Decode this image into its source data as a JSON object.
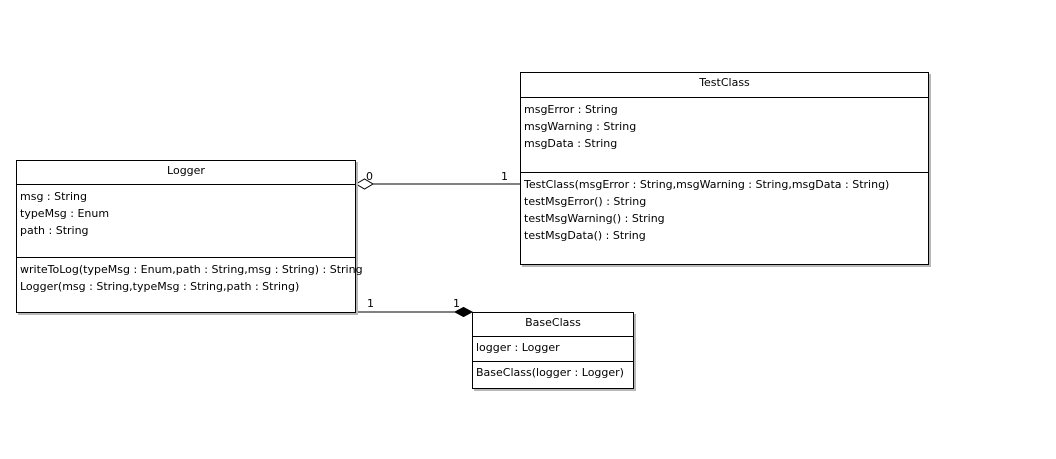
{
  "classes": {
    "logger": {
      "name": "Logger",
      "attributes": [
        "msg : String",
        "typeMsg : Enum",
        "path : String"
      ],
      "operations": [
        "writeToLog(typeMsg : Enum,path : String,msg : String) : String",
        "Logger(msg : String,typeMsg : String,path : String)"
      ]
    },
    "test_class": {
      "name": "TestClass",
      "attributes": [
        "msgError : String",
        "msgWarning : String",
        "msgData : String"
      ],
      "operations": [
        "TestClass(msgError : String,msgWarning : String,msgData : String)",
        "testMsgError() : String",
        "testMsgWarning() : String",
        "testMsgData() : String"
      ]
    },
    "base_class": {
      "name": "BaseClass",
      "attributes": [
        "logger : Logger"
      ],
      "operations": [
        "BaseClass(logger : Logger)"
      ]
    }
  },
  "associations": {
    "logger_testclass": {
      "kind": "aggregation",
      "logger_end": "0",
      "testclass_end": "1"
    },
    "logger_baseclass": {
      "kind": "composition",
      "logger_end": "1",
      "baseclass_end": "1"
    }
  }
}
